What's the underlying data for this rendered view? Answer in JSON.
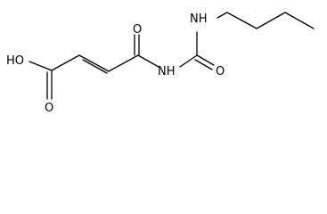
{
  "molecule": {
    "atoms": {
      "hydroxyl": "HO",
      "acid_carbonyl_o": "O",
      "imide_carbonyl_o": "O",
      "imide_n": "NH",
      "urea_carbonyl_o": "O",
      "amine_n": "NH"
    }
  }
}
